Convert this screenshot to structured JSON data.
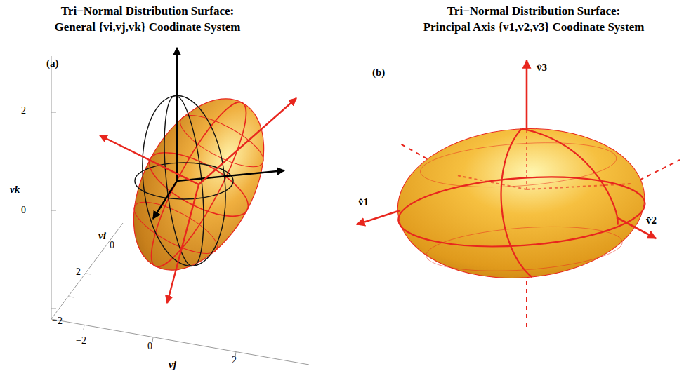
{
  "diagram": {
    "labels": [
      "Tri−Normal Distribution Surface:",
      "General {vi,vj,vk} Coodinate System",
      "Tri−Normal Distribution Surface:",
      "Principal Axis {v1,v2,v3} Coodinate System",
      "(a)",
      "(b)",
      "2",
      "vk",
      "0",
      "vi",
      "0",
      "2",
      "−2",
      "−2",
      "0",
      "2",
      "vj",
      "v̂3",
      "v̂1",
      "v̂2"
    ]
  }
}
